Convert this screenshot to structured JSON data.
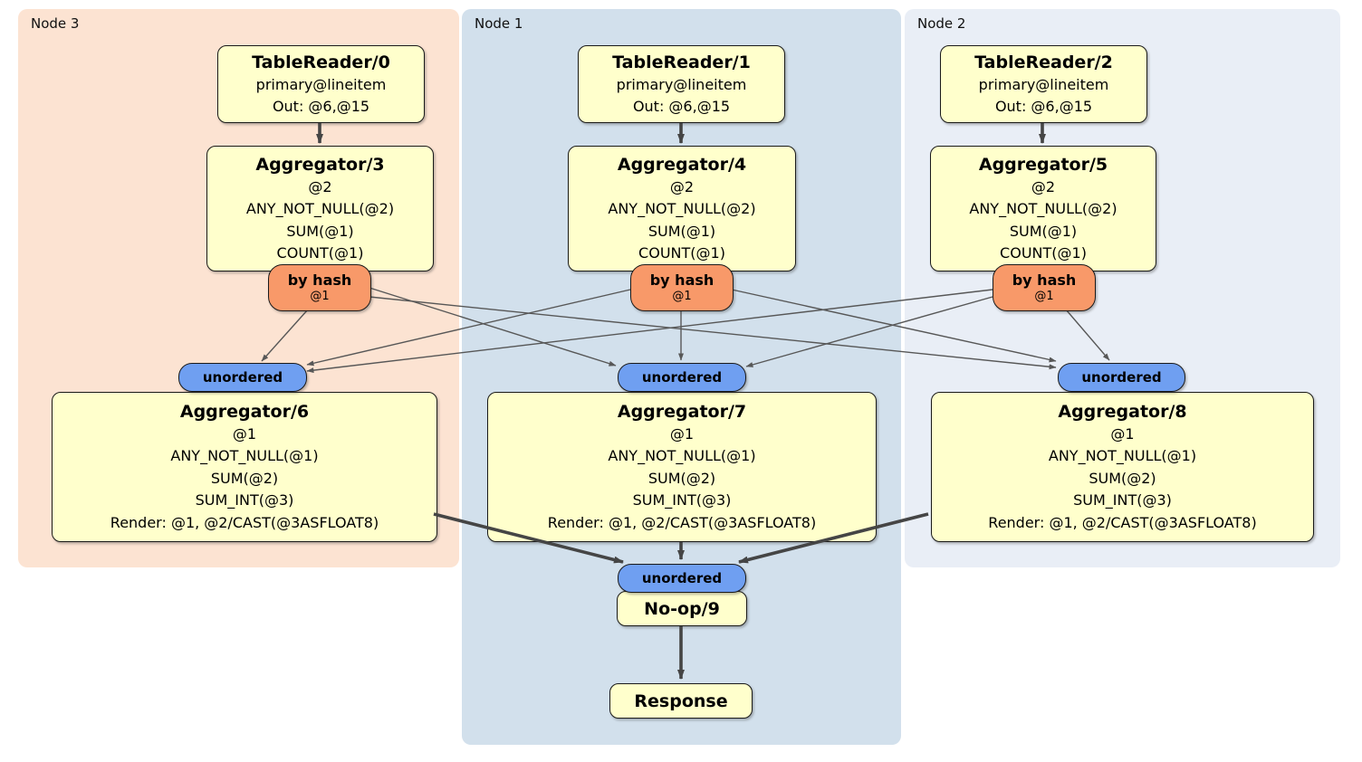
{
  "regions": [
    {
      "label": "Node 3"
    },
    {
      "label": "Node 1"
    },
    {
      "label": "Node 2"
    }
  ],
  "table_readers": [
    {
      "title": "TableReader/0",
      "lines": [
        "primary@lineitem",
        "Out: @6,@15"
      ]
    },
    {
      "title": "TableReader/1",
      "lines": [
        "primary@lineitem",
        "Out: @6,@15"
      ]
    },
    {
      "title": "TableReader/2",
      "lines": [
        "primary@lineitem",
        "Out: @6,@15"
      ]
    }
  ],
  "top_aggregators": [
    {
      "title": "Aggregator/3",
      "lines": [
        "@2",
        "ANY_NOT_NULL(@2)",
        "SUM(@1)",
        "COUNT(@1)"
      ]
    },
    {
      "title": "Aggregator/4",
      "lines": [
        "@2",
        "ANY_NOT_NULL(@2)",
        "SUM(@1)",
        "COUNT(@1)"
      ]
    },
    {
      "title": "Aggregator/5",
      "lines": [
        "@2",
        "ANY_NOT_NULL(@2)",
        "SUM(@1)",
        "COUNT(@1)"
      ]
    }
  ],
  "routers": [
    {
      "label": "by hash",
      "detail": "@1"
    },
    {
      "label": "by hash",
      "detail": "@1"
    },
    {
      "label": "by hash",
      "detail": "@1"
    }
  ],
  "collectors": [
    {
      "label": "unordered"
    },
    {
      "label": "unordered"
    },
    {
      "label": "unordered"
    }
  ],
  "bottom_aggregators": [
    {
      "title": "Aggregator/6",
      "lines": [
        "@1",
        "ANY_NOT_NULL(@1)",
        "SUM(@2)",
        "SUM_INT(@3)",
        "Render: @1, @2/CAST(@3ASFLOAT8)"
      ]
    },
    {
      "title": "Aggregator/7",
      "lines": [
        "@1",
        "ANY_NOT_NULL(@1)",
        "SUM(@2)",
        "SUM_INT(@3)",
        "Render: @1, @2/CAST(@3ASFLOAT8)"
      ]
    },
    {
      "title": "Aggregator/8",
      "lines": [
        "@1",
        "ANY_NOT_NULL(@1)",
        "SUM(@2)",
        "SUM_INT(@3)",
        "Render: @1, @2/CAST(@3ASFLOAT8)"
      ]
    }
  ],
  "final_stage": {
    "collector_label": "unordered",
    "noop_title": "No-op/9",
    "response_title": "Response"
  },
  "colors": {
    "node3_bg": "#fce3d2",
    "node1_bg": "#d2e0ec",
    "node2_bg": "#e9eef6",
    "box_bg": "#ffffcc",
    "router_bg": "#f89969",
    "collector_bg": "#6f9ff1",
    "edge_thin": "#575757",
    "edge_thick": "#454545"
  }
}
